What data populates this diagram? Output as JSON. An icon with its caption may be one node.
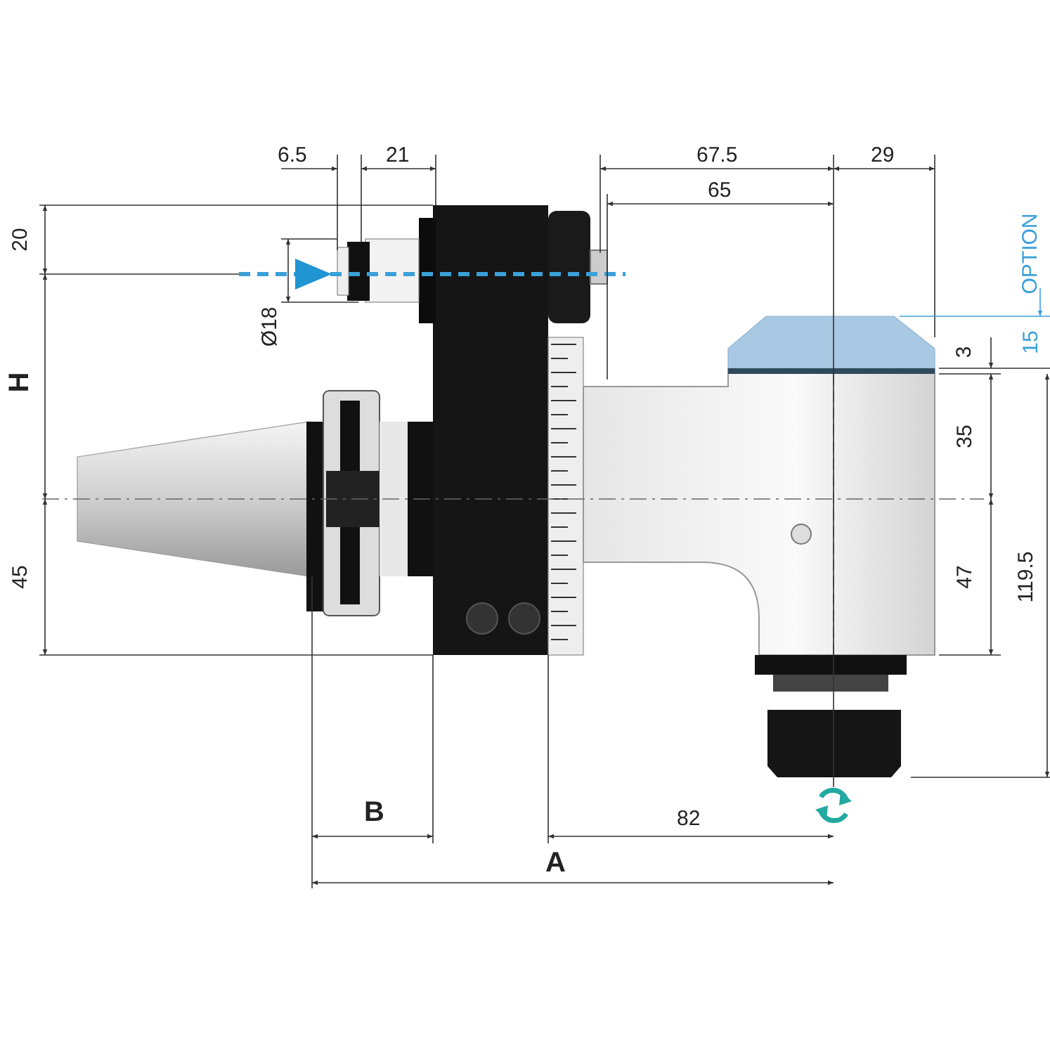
{
  "diagram": {
    "labels": [
      "6.5",
      "21",
      "67.5",
      "29",
      "65",
      "20",
      "OPTION",
      "Ø18",
      "H",
      "15",
      "3",
      "35",
      "47",
      "119.5",
      "45",
      "B",
      "82",
      "A"
    ]
  }
}
